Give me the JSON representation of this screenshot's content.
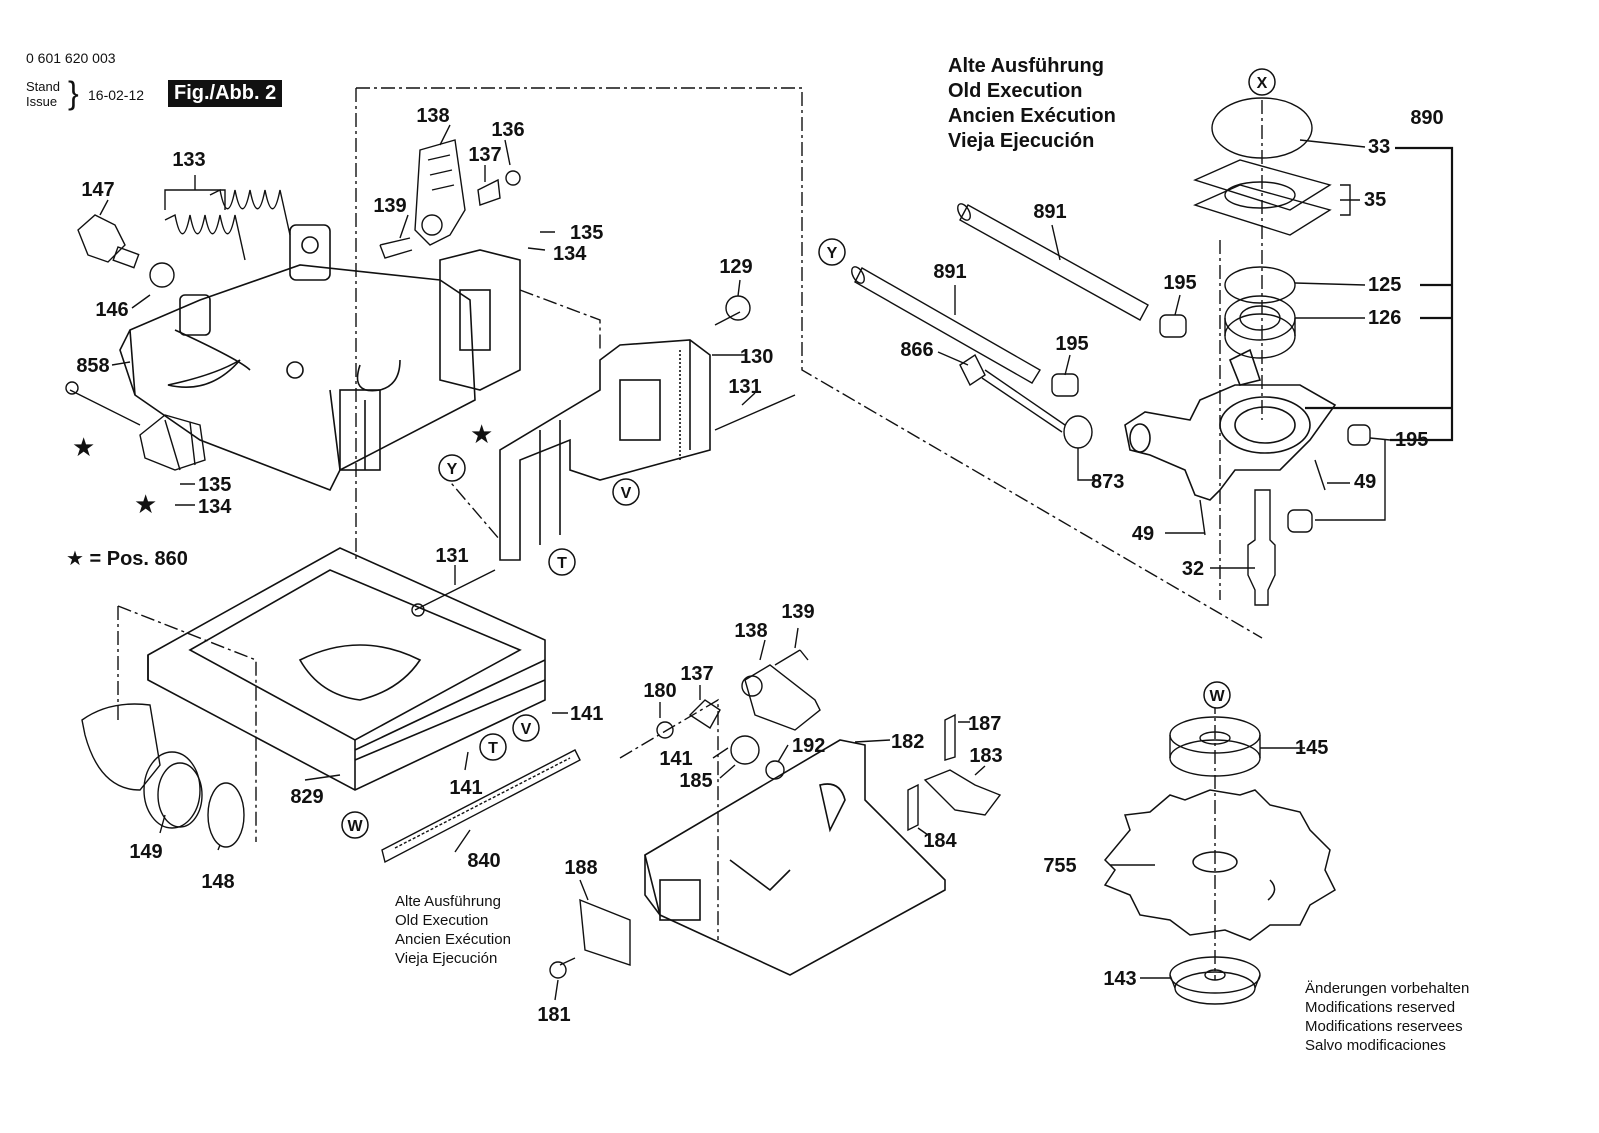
{
  "header": {
    "part_number": "0 601 620 003",
    "stand_label": "Stand",
    "issue_label": "Issue",
    "date": "16-02-12",
    "figure": "Fig./Abb. 2"
  },
  "old_execution_block": [
    "Alte Ausführung",
    "Old Execution",
    "Ancien Exécution",
    "Vieja Ejecución"
  ],
  "old_execution_note": [
    "Alte Ausführung",
    "Old Execution",
    "Ancien Exécution",
    "Vieja Ejecución"
  ],
  "modifications": [
    "Änderungen vorbehalten",
    "Modifications reserved",
    "Modifications reservees",
    "Salvo modificaciones"
  ],
  "star_legend": {
    "text": "= Pos. 860"
  },
  "callouts": [
    "X",
    "Y",
    "Y",
    "V",
    "T",
    "V",
    "T",
    "W",
    "W"
  ],
  "part_labels": [
    "138",
    "136",
    "137",
    "139",
    "135",
    "134",
    "133",
    "147",
    "146",
    "858",
    "135",
    "134",
    "129",
    "130",
    "131",
    "891",
    "891",
    "195",
    "195",
    "866",
    "873",
    "49",
    "49",
    "32",
    "33",
    "890",
    "35",
    "125",
    "126",
    "195",
    "131",
    "141",
    "141",
    "829",
    "149",
    "148",
    "840",
    "139",
    "138",
    "137",
    "180",
    "141",
    "192",
    "185",
    "182",
    "187",
    "183",
    "184",
    "188",
    "181",
    "145",
    "755",
    "143"
  ]
}
